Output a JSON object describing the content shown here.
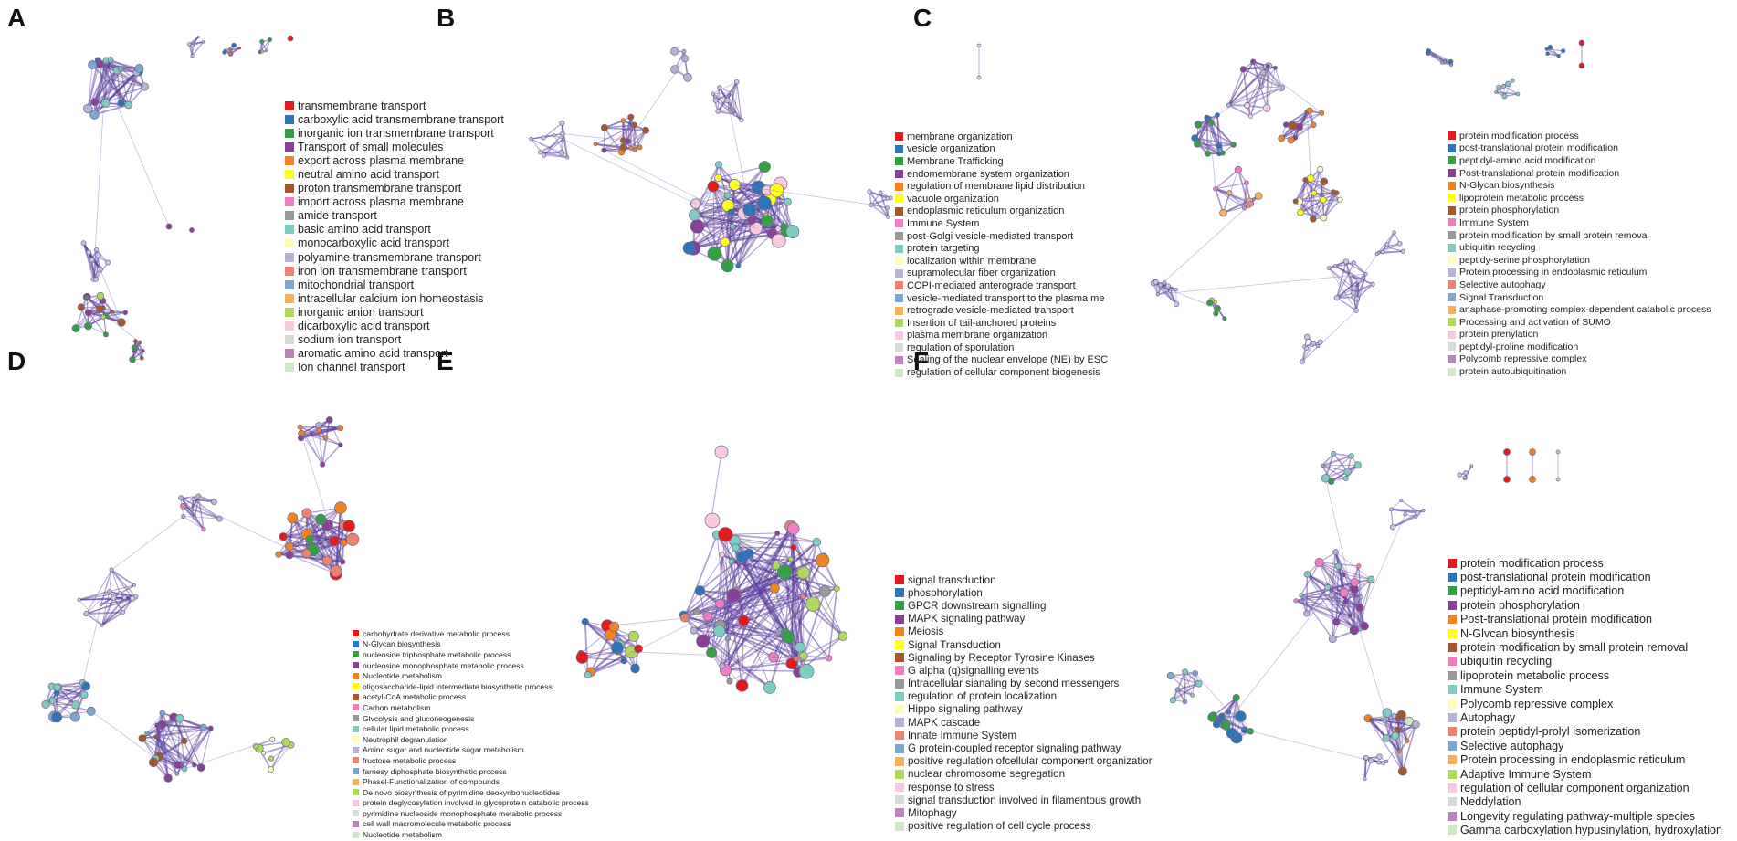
{
  "colors": [
    "#e41a1c",
    "#2b75b8",
    "#33a044",
    "#8a3f99",
    "#f4821f",
    "#ffff1a",
    "#a65628",
    "#f27ec0",
    "#999999",
    "#7ecdc1",
    "#fdfdb6",
    "#b5b3d6",
    "#f08070",
    "#7ba8d1",
    "#f8b05b",
    "#b0d95b",
    "#f9c9df",
    "#d9d9d9",
    "#bd83bd",
    "#cfe8c4"
  ],
  "panels": [
    {
      "letter": "A",
      "legend": [
        "transmembrane transport",
        "carboxylic acid transmembrane transport",
        "inorganic ion transmembrane transport",
        "Transport of small molecules",
        "export across plasma membrane",
        "neutral amino acid transport",
        "proton transmembrane transport",
        "import across plasma membrane",
        "amide transport",
        "basic amino acid transport",
        "monocarboxylic acid transport",
        "polyamine transmembrane transport",
        "iron ion transmembrane transport",
        "mitochondrial transport",
        "intracellular calcium ion homeostasis",
        "inorganic anion transport",
        "dicarboxylic acid transport",
        "sodium ion transport",
        "aromatic amino acid transport",
        "Ion channel transport"
      ]
    },
    {
      "letter": "B",
      "legend": [
        "membrane organization",
        "vesicle organization",
        "Membrane Trafficking",
        "endomembrane system organization",
        "regulation of membrane lipid distribution",
        "vacuole organization",
        "endoplasmic reticulum organization",
        "Immune System",
        "post-Golgi vesicle-mediated transport",
        "protein targeting",
        "localization within membrane",
        "supramolecular fiber organization",
        "COPI-mediated anterograde transport",
        "vesicle-mediated transport to the plasma me",
        "retrograde vesicle-mediated transport",
        "Insertion of tail-anchored proteins",
        "plasma membrane organization",
        "regulation of sporulation",
        "Sealing of the nuclear envelope (NE) by ESC",
        "regulation of cellular component biogenesis"
      ]
    },
    {
      "letter": "C",
      "legend": [
        "protein modification process",
        "post-translational protein modification",
        "peptidyl-amino acid modification",
        "Post-translational protein modification",
        "N-Glycan biosynthesis",
        "lipoprotein metabolic process",
        "protein phosphorylation",
        "Immune System",
        "protein modification by small protein remova",
        "ubiquitin recycling",
        "peptidy-serine phosphorylation",
        "Protein processing in endoplasmic reticulum",
        "Selective autophagy",
        "Signal Transduction",
        "anaphase-promoting complex-dependent catabolic process",
        "Processing and activation of SUMO",
        "protein prenylation",
        "peptidyl-proline modification",
        "Polycomb repressive complex",
        "protein autoubiquitination"
      ]
    },
    {
      "letter": "D",
      "legend": [
        "carbohydrate derivative metabolic process",
        "N-Glycan biosynthesis",
        "nucleoside triphosphate metabolic process",
        "nucleoside monophosphate metabolic process",
        "Nucleotide metabolism",
        "oligosaccharide-lipid intermediate biosynthetic process",
        "acetyl-CoA metabolic process",
        "Carbon metabolism",
        "Glvcolysis and gluconeogenesis",
        "cellular lipid metabolic process",
        "Neutrophil degranulation",
        "Amino sugar and nucleotide sugar metabolism",
        "fructose metabolic process",
        "farnesy diphosphate biosynthetic process",
        "Phasel-Functionalization of compounds",
        "De novo biosynthesis of pyrimidine deoxyribonucleotides",
        "protein deglycosylation involved in glycoprotein catabolic process",
        "pyrimidine nucleoside monophosphate metabolic process",
        "cell wall macromolecule metabolic process",
        "Nucleotide metabolism"
      ]
    },
    {
      "letter": "E",
      "legend": [
        "signal transduction",
        "phosphorylation",
        "GPCR downstream signalling",
        "MAPK signaling pathway",
        "Meiosis",
        "Signal Transduction",
        "Signaling by Receptor Tyrosine Kinases",
        "G alpha (q)signalling events",
        "Intracellular sianaling by second messengers",
        "regulation of protein localization",
        "Hippo signaling pathway",
        "MAPK cascade",
        "Innate Immune System",
        "G protein-coupled receptor signaling pathway",
        "positive regulation ofcellular component organizatior",
        "nuclear chromosome segregation",
        "response to stress",
        "signal transduction involved in filamentous growth",
        "Mitophagy",
        "positive regulation of cell cycle process"
      ]
    },
    {
      "letter": "F",
      "legend": [
        "protein modification process",
        "post-translational protein modification",
        "peptidyl-amino acid modification",
        "protein phosphorylation",
        "Post-translational protein modification",
        "N-Glvcan biosynthesis",
        "protein modification by small protein removal",
        "ubiquitin recycling",
        "lipoprotein metabolic process",
        "Immune System",
        "Polycomb repressive complex",
        "Autophagy",
        "protein peptidyl-prolyl isomerization",
        "Selective autophagy",
        "Protein processing in endoplasmic reticulum",
        "Adaptive Immune System",
        "regulation of cellular component organization",
        "Neddylation",
        "Longevity regulating pathway-multiple species",
        "Gamma carboxylation,hypusinylation, hydroxylation"
      ]
    }
  ]
}
